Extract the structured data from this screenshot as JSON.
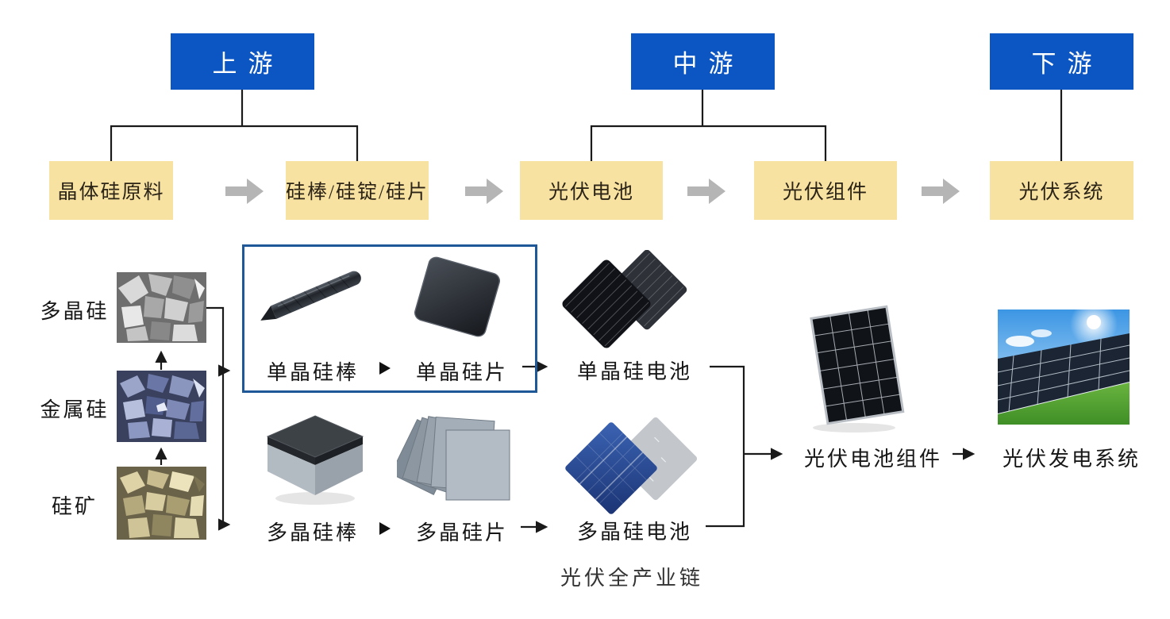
{
  "caption": "光伏全产业链",
  "colors": {
    "tier_box_blue": "#0C56C3",
    "process_box_yellow": "#F8E2A2",
    "highlight_border_blue": "#1F5899",
    "block_arrow_gray": "#B5B5B5",
    "connector_black": "#1A1A1A"
  },
  "tiers": [
    {
      "label": "上游"
    },
    {
      "label": "中游"
    },
    {
      "label": "下游"
    }
  ],
  "chain": [
    {
      "label": "晶体硅原料"
    },
    {
      "label": "硅棒/硅锭/硅片"
    },
    {
      "label": "光伏电池"
    },
    {
      "label": "光伏组件"
    },
    {
      "label": "光伏系统"
    }
  ],
  "materials": [
    {
      "label": "多晶硅",
      "image": "polysilicon-chunks"
    },
    {
      "label": "金属硅",
      "image": "metallurgical-silicon-rocks"
    },
    {
      "label": "硅矿",
      "image": "silicon-ore-rocks"
    }
  ],
  "mono_route": {
    "rod": "单晶硅棒",
    "wafer": "单晶硅片",
    "cell": "单晶硅电池"
  },
  "poly_route": {
    "rod": "多晶硅棒",
    "wafer": "多晶硅片",
    "cell": "多晶硅电池"
  },
  "module_label": "光伏电池组件",
  "system_label": "光伏发电系统"
}
